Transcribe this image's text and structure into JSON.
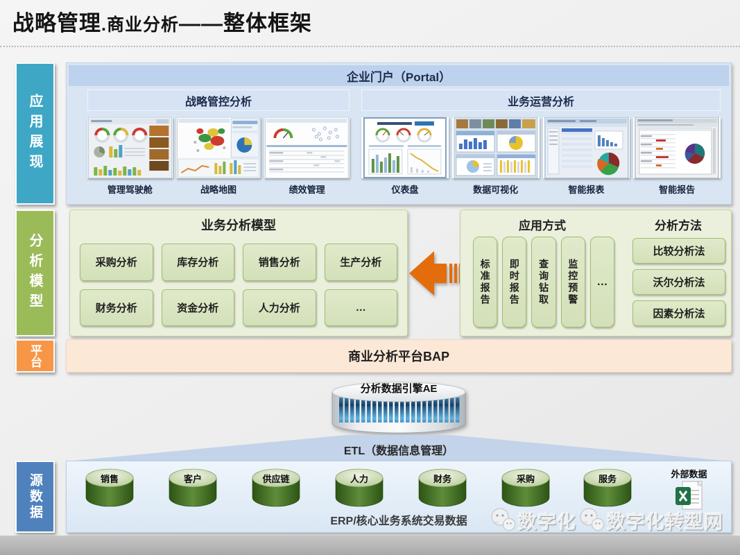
{
  "title": {
    "main": "战略管理",
    "sub": ".商业分析",
    "tail": "——整体框架"
  },
  "sidebar": {
    "items": [
      {
        "label": "应用展现",
        "color": "#3EA7C6"
      },
      {
        "label": "分析模型",
        "color": "#9BBB59"
      },
      {
        "label": "平台",
        "color": "#F79646"
      },
      {
        "label": "源数据",
        "color": "#4F81BD"
      }
    ]
  },
  "portal": {
    "title": "企业门户（Portal）",
    "groups": [
      {
        "title": "战略管控分析",
        "thumbs": [
          "管理驾驶舱",
          "战略地图",
          "绩效管理"
        ]
      },
      {
        "title": "业务运营分析",
        "thumbs": [
          "仪表盘",
          "数据可视化",
          "智能报表",
          "智能报告"
        ]
      }
    ]
  },
  "model": {
    "title": "业务分析模型",
    "items": [
      "采购分析",
      "库存分析",
      "销售分析",
      "生产分析",
      "财务分析",
      "资金分析",
      "人力分析",
      "…"
    ]
  },
  "application": {
    "title": "应用方式",
    "modes": [
      "标准报告",
      "即时报告",
      "查询钻取",
      "监控预警",
      "…"
    ]
  },
  "methods": {
    "title": "分析方法",
    "items": [
      "比较分析法",
      "沃尔分析法",
      "因素分析法"
    ]
  },
  "platform": {
    "label": "商业分析平台BAP"
  },
  "engine": {
    "label": "分析数据引擎AE"
  },
  "etl": {
    "label": "ETL（数据信息管理）"
  },
  "source": {
    "databases": [
      "销售",
      "客户",
      "供应链",
      "人力",
      "财务",
      "采购",
      "服务"
    ],
    "external_label": "外部数据",
    "caption": "ERP/核心业务系统交易数据"
  },
  "watermark": {
    "part1": "数字化",
    "part2": "数字化转型网"
  },
  "colors": {
    "sidebar_teal": "#3EA7C6",
    "sidebar_green": "#9BBB59",
    "sidebar_orange": "#F79646",
    "sidebar_blue": "#4F81BD",
    "portal_header": "#BDD2EC",
    "portal_panel": "#D9E5F2",
    "green_panel": "#EAF0DC",
    "green_button": "#D9E5C1",
    "platform_peach": "#FBE8D7",
    "arrow_orange": "#E36D0C",
    "db_green": "#4A7828",
    "etl_band": "#C3D3E9"
  }
}
